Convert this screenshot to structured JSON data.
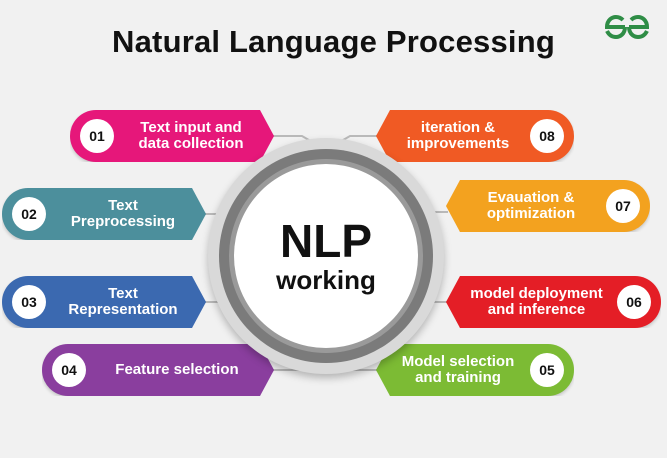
{
  "title": "Natural Language Processing",
  "center": {
    "line1": "NLP",
    "line2": "working"
  },
  "steps": [
    {
      "num": "01",
      "label": "Text input and data collection",
      "color": "#e6177a"
    },
    {
      "num": "02",
      "label": "Text Preprocessing",
      "color": "#4c8f9c"
    },
    {
      "num": "03",
      "label": "Text Representation",
      "color": "#3b69b0"
    },
    {
      "num": "04",
      "label": "Feature selection",
      "color": "#8a3e9e"
    },
    {
      "num": "05",
      "label": "Model selection and training",
      "color": "#7cbb34"
    },
    {
      "num": "06",
      "label": "model deployment and inference",
      "color": "#e41e26"
    },
    {
      "num": "07",
      "label": "Evauation & optimization",
      "color": "#f3a21f"
    },
    {
      "num": "08",
      "label": "iteration & improvements",
      "color": "#f05a24"
    }
  ],
  "logo_color": "#2f8d46"
}
